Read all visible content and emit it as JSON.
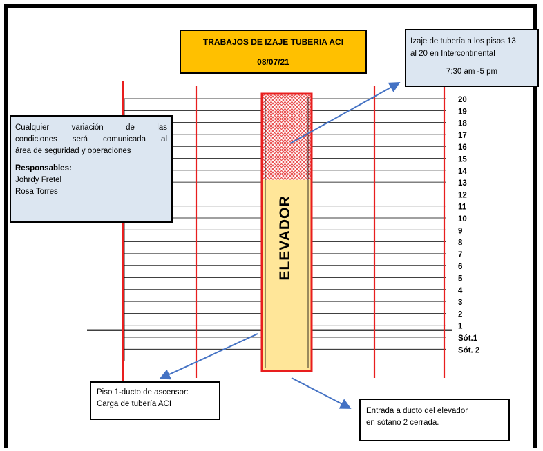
{
  "header": {
    "title": "TRABAJOS DE IZAJE TUBERIA ACI",
    "date": "08/07/21"
  },
  "note": {
    "line1": "Izaje de tubería a los pisos 13",
    "line2": "al 20 en Intercontinental",
    "time": "7:30 am -5 pm"
  },
  "conditions": {
    "line1": "Cualquier variación de las",
    "line2": "condiciones será comunicada al",
    "line3": "área de seguridad y operaciones",
    "responsables_label": "Responsables:",
    "person1": "Johrdy Fretel",
    "person2": "Rosa Torres"
  },
  "elevator_label": "ELEVADOR",
  "floors": [
    "20",
    "19",
    "18",
    "17",
    "16",
    "15",
    "14",
    "13",
    "12",
    "11",
    "10",
    "9",
    "8",
    "7",
    "6",
    "5",
    "4",
    "3",
    "2",
    "1",
    "Sót.1",
    "Sót. 2"
  ],
  "piso_note": {
    "line1": "Piso 1-ducto de ascensor:",
    "line2": "Carga de tubería ACI"
  },
  "entrada_note": {
    "line1": "Entrada a ducto del elevador",
    "line2": "en sótano 2 cerrada."
  },
  "colors": {
    "title_bg": "#FFC000",
    "note_bg": "#DCE6F1",
    "elevator_fill": "#FFE699",
    "hatch": "#E84A4A",
    "red_line": "#E81E1E",
    "arrow": "#4472C4"
  }
}
